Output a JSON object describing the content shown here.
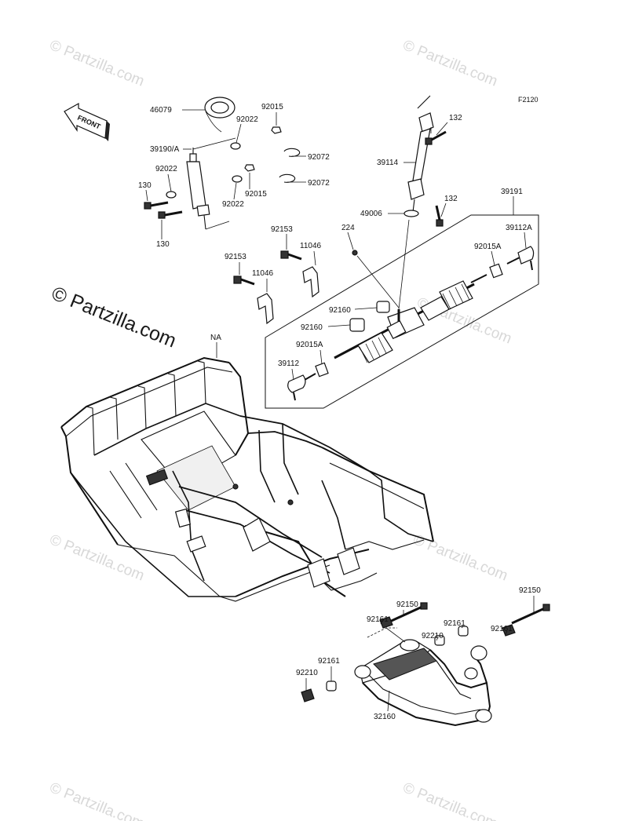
{
  "diagram_code": "F2120",
  "watermark": "© Partzilla.com",
  "front_label": "FRONT",
  "callouts": {
    "c46079": "46079",
    "c92015_top": "92015",
    "c92022_top": "92022",
    "c39190A": "39190/A",
    "c92072_a": "92072",
    "c92022_left": "92022",
    "c130_a": "130",
    "c92015_mid": "92015",
    "c92072_b": "92072",
    "c92022_bottom": "92022",
    "c130_b": "130",
    "c39114": "39114",
    "c132_a": "132",
    "c132_b": "132",
    "c49006": "49006",
    "c224": "224",
    "c92153_a": "92153",
    "c11046_a": "11046",
    "c92153_b": "92153",
    "c11046_b": "11046",
    "c39191": "39191",
    "c39112A": "39112A",
    "c92015A_right": "92015A",
    "c92160_a": "92160",
    "c92160_b": "92160",
    "c92015A_left": "92015A",
    "c39112": "39112",
    "cNA": "NA",
    "c92150_a": "92150",
    "c92161_a": "92161",
    "c92161_b": "92161",
    "c92210_a": "92210",
    "c92150_b": "92150",
    "c92161_c": "92161",
    "c92161_d": "92161",
    "c92210_b": "92210",
    "c32160": "32160"
  }
}
